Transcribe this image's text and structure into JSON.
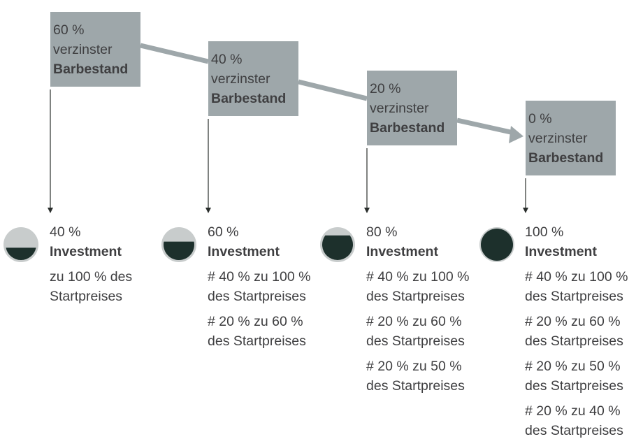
{
  "colors": {
    "box": "#9ea7aa",
    "text": "#3f3f41",
    "arrow": "#9ea7aa",
    "line": "#2a2e2c",
    "gauge_bg": "#c8cccc",
    "gauge_fill": "#1d302c"
  },
  "stages": [
    {
      "cash": {
        "pct": "60 %",
        "label": "verzinster",
        "strong": "Barbestand"
      },
      "investment": {
        "pct": "40 %",
        "strong": "Investment",
        "fill": 0.4,
        "tranches": [
          "zu 100 % des\nStartpreises"
        ]
      }
    },
    {
      "cash": {
        "pct": "40 %",
        "label": "verzinster",
        "strong": "Barbestand"
      },
      "investment": {
        "pct": "60 %",
        "strong": "Investment",
        "fill": 0.6,
        "tranches": [
          "# 40 % zu 100 %\ndes Startpreises",
          "# 20 % zu 60 %\ndes Startpreises"
        ]
      }
    },
    {
      "cash": {
        "pct": "20 %",
        "label": "verzinster",
        "strong": "Barbestand"
      },
      "investment": {
        "pct": "80 %",
        "strong": "Investment",
        "fill": 0.8,
        "tranches": [
          "# 40 % zu 100 %\ndes Startpreises",
          "# 20 % zu 60 %\ndes Startpreises",
          "# 20 % zu 50 %\ndes Startpreises"
        ]
      }
    },
    {
      "cash": {
        "pct": "0 %",
        "label": "verzinster",
        "strong": "Barbestand"
      },
      "investment": {
        "pct": "100 %",
        "strong": "Investment",
        "fill": 1.0,
        "tranches": [
          "# 40 % zu 100 %\ndes Startpreises",
          "# 20 % zu 60 %\ndes Startpreises",
          "# 20 % zu 50 %\ndes Startpreises",
          "# 20 % zu 40 %\ndes Startpreises"
        ]
      }
    }
  ]
}
